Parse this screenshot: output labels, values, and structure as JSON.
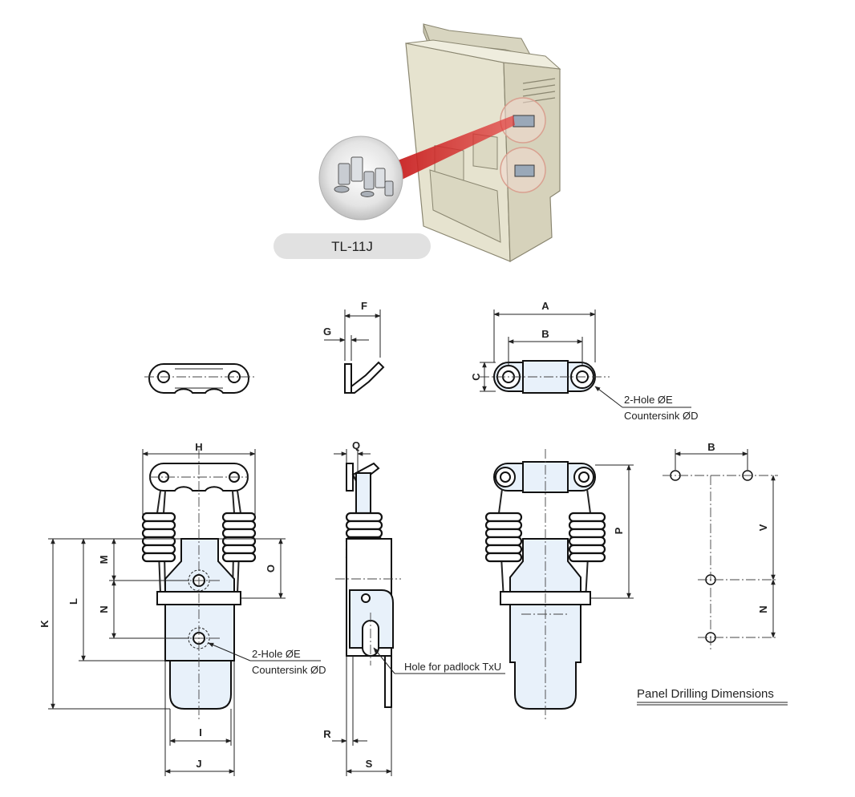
{
  "model_label": "TL-11J",
  "dimensions": {
    "A": "A",
    "B": "B",
    "C": "C",
    "D": "D",
    "E": "E",
    "F": "F",
    "G": "G",
    "H": "H",
    "I": "I",
    "J": "J",
    "K": "K",
    "L": "L",
    "M": "M",
    "N": "N",
    "O": "O",
    "P": "P",
    "Q": "Q",
    "R": "R",
    "S": "S",
    "V": "V"
  },
  "notes": {
    "hole_line1": "2-Hole ØE",
    "hole_line2": "Countersink ØD",
    "padlock": "Hole for padlock TxU"
  },
  "panel_caption": "Panel Drilling Dimensions",
  "colors": {
    "part_fill": "#e8f1fa",
    "cabinet": "#e6e3cf",
    "highlight": "#d42020"
  }
}
